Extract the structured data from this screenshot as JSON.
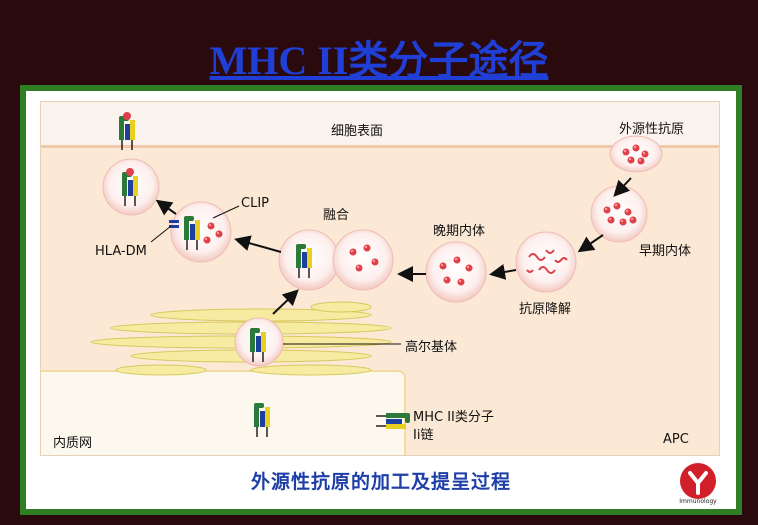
{
  "title": "MHC II类分子途径",
  "labels": {
    "cell_surface": "细胞表面",
    "exogenous_antigen": "外源性抗原",
    "clip": "CLIP",
    "hla_dm": "HLA-DM",
    "fusion": "融合",
    "late_endosome": "晚期内体",
    "early_endosome": "早期内体",
    "antigen_degradation": "抗原降解",
    "golgi": "高尔基体",
    "mhc_ii": "MHC  II类分子",
    "ii_chain": "Ii链",
    "er": "内质网",
    "apc": "APC"
  },
  "caption": "外源性抗原的加工及提呈过程",
  "logo_text": "Immunology",
  "colors": {
    "title": "#1f3fd6",
    "frame": "#2f7d24",
    "cytoplasm": "#fbe9d6",
    "antigen": "#e0404a",
    "caption": "#1f3fa8"
  }
}
